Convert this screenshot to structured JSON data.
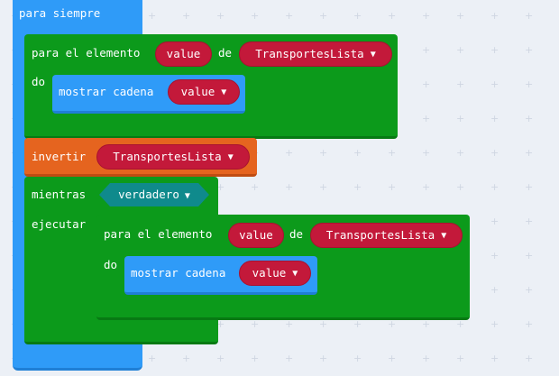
{
  "colors": {
    "events": "#2f9bf8",
    "loops": "#0c9a1b",
    "arrays": "#e5641f",
    "variables": "#c3193a",
    "logic": "#0f8a8c",
    "text": "#2f9bf8"
  },
  "blocks": {
    "forever_label": "para siempre",
    "for_each_1": {
      "label": "para el elemento",
      "var": "value",
      "of_label": "de",
      "list": "TransportesLista",
      "do_label": "do",
      "show_label": "mostrar cadena",
      "show_var": "value"
    },
    "reverse": {
      "label": "invertir",
      "list": "TransportesLista"
    },
    "while": {
      "label": "mientras",
      "condition": "verdadero",
      "do_label": "ejecutar"
    },
    "for_each_2": {
      "label": "para el elemento",
      "var": "value",
      "of_label": "de",
      "list": "TransportesLista",
      "do_label": "do",
      "show_label": "mostrar cadena",
      "show_var": "value"
    }
  }
}
